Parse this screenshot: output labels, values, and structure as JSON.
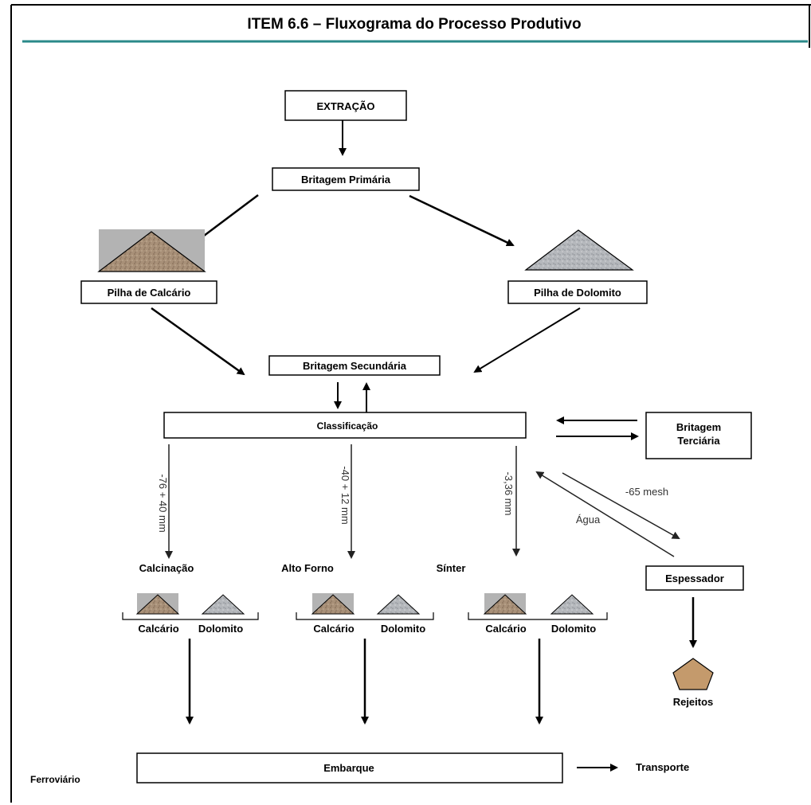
{
  "title": "ITEM 6.6 – Fluxograma do Processo Produtivo",
  "colors": {
    "accent_rule": "#2a8a8a",
    "calcario": "#a89078",
    "dolomito": "#b5b8bc",
    "calcario_bg": "#b3b3b3",
    "rejeitos": "#c49a6c"
  },
  "nodes": {
    "extracao": "EXTRAÇÃO",
    "britagem_primaria": "Britagem Primária",
    "pilha_calcario": "Pilha de Calcário",
    "pilha_dolomito": "Pilha de Dolomito",
    "britagem_secundaria": "Britagem Secundária",
    "classificacao": "Classificação",
    "britagem_terciaria_1": "Britagem",
    "britagem_terciaria_2": "Terciária",
    "espessador": "Espessador",
    "rejeitos": "Rejeitos",
    "embarque": "Embarque",
    "transporte": "Transporte",
    "ferroviario": "Ferroviário"
  },
  "streams": {
    "size_1": "-76 + 40 mm",
    "size_2": "-40 + 12 mm",
    "size_3": "-3,36 mm",
    "mesh": "-65 mesh",
    "agua": "Água"
  },
  "products": {
    "calcinacao": "Calcinação",
    "alto_forno": "Alto Forno",
    "sinter": "Sínter"
  },
  "pile_labels": {
    "calcario": "Calcário",
    "dolomito": "Dolomito"
  }
}
